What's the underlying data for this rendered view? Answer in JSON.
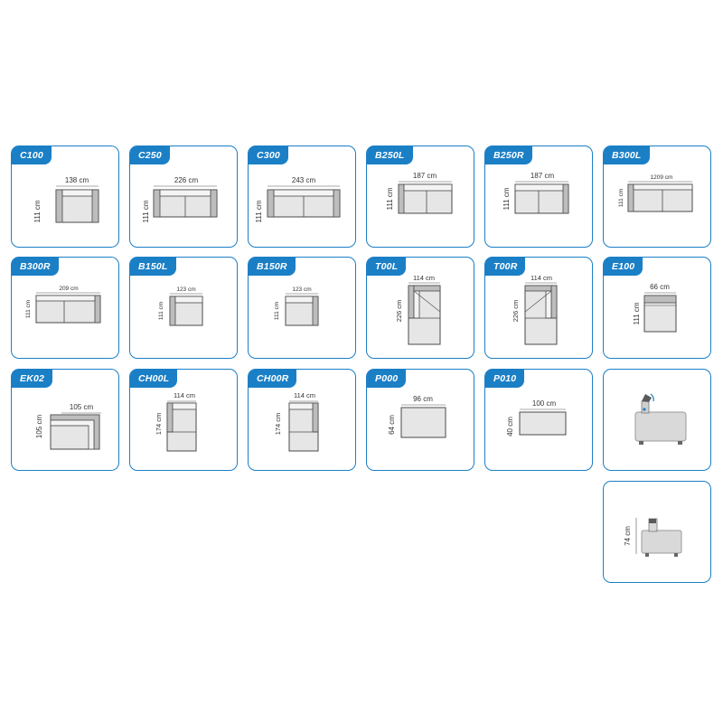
{
  "colors": {
    "accent": "#1b7fc6",
    "shape_fill": "#e6e6e6",
    "shape_stroke": "#4a4a4a",
    "arm_fill": "#bdbdbd"
  },
  "cards": [
    {
      "code": "C100",
      "width_label": "138 cm",
      "depth_label": "111 cm"
    },
    {
      "code": "C250",
      "width_label": "226 cm",
      "depth_label": "111 cm"
    },
    {
      "code": "C300",
      "width_label": "243 cm",
      "depth_label": "111 cm"
    },
    {
      "code": "B250L",
      "width_label": "187 cm",
      "depth_label": "111 cm"
    },
    {
      "code": "B250R",
      "width_label": "187 cm",
      "depth_label": "111 cm"
    },
    {
      "code": "B300L",
      "width_label": "1209 cm",
      "depth_label": "111 cm"
    },
    {
      "code": "B300R",
      "width_label": "209 cm",
      "depth_label": "111 cm"
    },
    {
      "code": "B150L",
      "width_label": "123 cm",
      "depth_label": "111 cm"
    },
    {
      "code": "B150R",
      "width_label": "123 cm",
      "depth_label": "111 cm"
    },
    {
      "code": "T00L",
      "width_label": "114 cm",
      "depth_label": "226 cm"
    },
    {
      "code": "T00R",
      "width_label": "114 cm",
      "depth_label": "226 cm"
    },
    {
      "code": "E100",
      "width_label": "66 cm",
      "depth_label": "111 cm"
    },
    {
      "code": "EK02",
      "width_label": "105 cm",
      "depth_label": "105 cm"
    },
    {
      "code": "CH00L",
      "width_label": "114 cm",
      "depth_label": "174 cm"
    },
    {
      "code": "CH00R",
      "width_label": "114 cm",
      "depth_label": "174 cm"
    },
    {
      "code": "P000",
      "width_label": "96 cm",
      "depth_label": "64 cm"
    },
    {
      "code": "P010",
      "width_label": "100 cm",
      "depth_label": "40 cm"
    },
    {
      "code": "",
      "width_label": "",
      "depth_label": "",
      "icon": "headrest-tilt-icon"
    },
    {
      "code": "",
      "width_label": "",
      "depth_label": "74 cm",
      "icon": "side-height-icon"
    }
  ]
}
